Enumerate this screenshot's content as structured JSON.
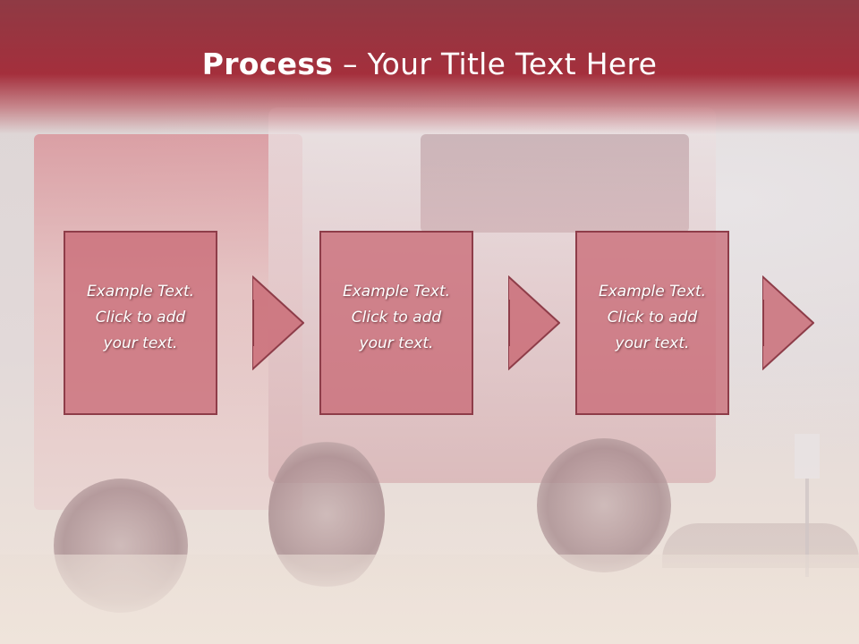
{
  "header": {
    "title_bold": "Process",
    "title_rest": " – Your Title Text Here"
  },
  "steps": [
    {
      "text": "Example Text.\nClick  to add\nyour text."
    },
    {
      "text": "Example Text.\nClick  to add\nyour text."
    },
    {
      "text": "Example Text.\nClick  to add\nyour text."
    }
  ],
  "colors": {
    "title_band": "#a42f3c",
    "box_fill": "#c86470",
    "box_border": "#8e3d49",
    "arrow_fill": "#c86470"
  },
  "icons": {
    "arrow": "right-arrow-icon"
  }
}
